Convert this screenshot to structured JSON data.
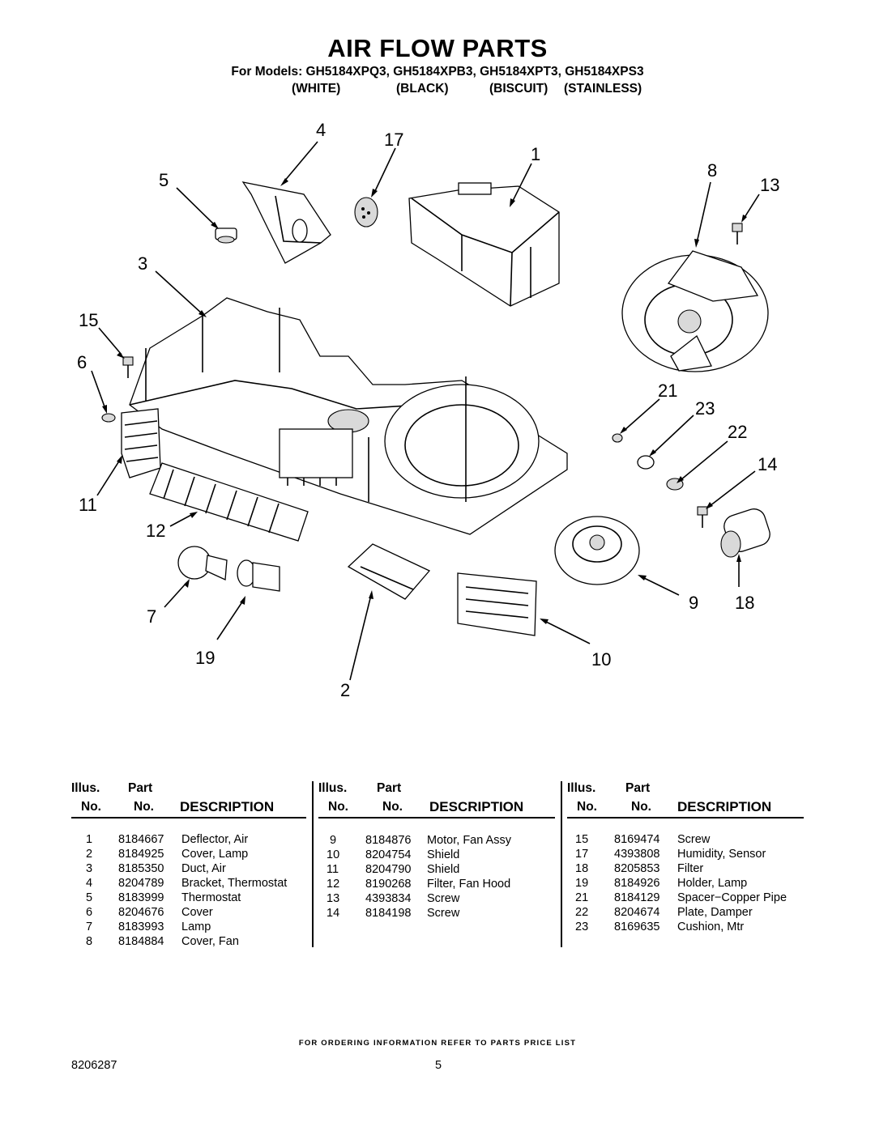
{
  "header": {
    "title": "AIR FLOW PARTS",
    "models": "For Models: GH5184XPQ3, GH5184XPB3, GH5184XPT3, GH5184XPS3",
    "colors": [
      "(WHITE)",
      "(BLACK)",
      "(BISCUIT)",
      "(STAINLESS)"
    ]
  },
  "diagram": {
    "callouts": [
      "4",
      "17",
      "1",
      "5",
      "8",
      "13",
      "3",
      "15",
      "6",
      "21",
      "23",
      "22",
      "14",
      "11",
      "12",
      "7",
      "9",
      "18",
      "19",
      "10",
      "2"
    ]
  },
  "table": {
    "headers": {
      "illus": "Illus.",
      "part": "Part",
      "no": "No.",
      "description": "DESCRIPTION"
    },
    "columns": [
      [
        [
          "1",
          "8184667",
          "Deflector, Air"
        ],
        [
          "2",
          "8184925",
          "Cover, Lamp"
        ],
        [
          "3",
          "8185350",
          "Duct, Air"
        ],
        [
          "4",
          "8204789",
          "Bracket, Thermostat"
        ],
        [
          "5",
          "8183999",
          "Thermostat"
        ],
        [
          "6",
          "8204676",
          "Cover"
        ],
        [
          "7",
          "8183993",
          "Lamp"
        ],
        [
          "8",
          "8184884",
          "Cover, Fan"
        ]
      ],
      [
        [
          "9",
          "8184876",
          "Motor, Fan Assy"
        ],
        [
          "10",
          "8204754",
          "Shield"
        ],
        [
          "11",
          "8204790",
          "Shield"
        ],
        [
          "12",
          "8190268",
          "Filter, Fan Hood"
        ],
        [
          "13",
          "4393834",
          "Screw"
        ],
        [
          "14",
          "8184198",
          "Screw"
        ]
      ],
      [
        [
          "15",
          "8169474",
          "Screw"
        ],
        [
          "17",
          "4393808",
          "Humidity, Sensor"
        ],
        [
          "18",
          "8205853",
          "Filter"
        ],
        [
          "19",
          "8184926",
          "Holder, Lamp"
        ],
        [
          "21",
          "8184129",
          "Spacer−Copper Pipe"
        ],
        [
          "22",
          "8204674",
          "Plate, Damper"
        ],
        [
          "23",
          "8169635",
          "Cushion, Mtr"
        ]
      ]
    ]
  },
  "footer": {
    "note": "FOR ORDERING INFORMATION REFER TO PARTS PRICE LIST",
    "doc_number": "8206287",
    "page_number": "5"
  }
}
